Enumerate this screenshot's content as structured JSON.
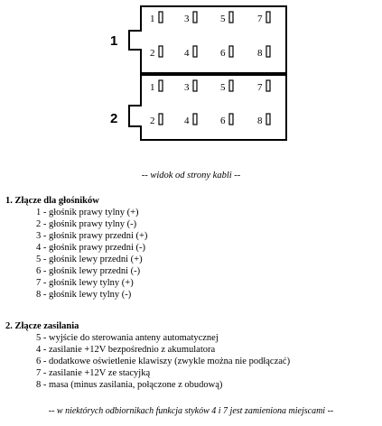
{
  "diagram": {
    "connectors": [
      {
        "label": "1",
        "pin_rows": [
          [
            "1",
            "3",
            "5",
            "7"
          ],
          [
            "2",
            "4",
            "6",
            "8"
          ]
        ]
      },
      {
        "label": "2",
        "pin_rows": [
          [
            "1",
            "3",
            "5",
            "7"
          ],
          [
            "2",
            "4",
            "6",
            "8"
          ]
        ]
      }
    ],
    "caption": "-- widok od strony kabli --"
  },
  "speaker_connector": {
    "title": "1. Złącze dla głośników",
    "pins": [
      "1 - głośnik prawy tylny (+)",
      "2 - głośnik prawy tylny (-)",
      "3 - głośnik prawy przedni (+)",
      "4 - głośnik prawy przedni (-)",
      "5 - głośnik lewy przedni (+)",
      "6 - głośnik lewy przedni (-)",
      "7 - głośnik lewy tylny (+)",
      "8 - głośnik lewy tylny (-)"
    ]
  },
  "power_connector": {
    "title": "2. Złącze zasilania",
    "pins": [
      "5 - wyjście do sterowania anteny automatycznej",
      "4 - zasilanie +12V bezpośrednio z akumulatora",
      "6 - dodatkowe oświetlenie klawiszy (zwykle można nie podłączać)",
      "7 - zasilanie +12V ze stacyjką",
      "8 - masa (minus zasilania, połączone z obudową)"
    ]
  },
  "footnote": "-- w niektórych odbiornikach funkcja styków 4 i 7 jest zamieniona miejscami --"
}
